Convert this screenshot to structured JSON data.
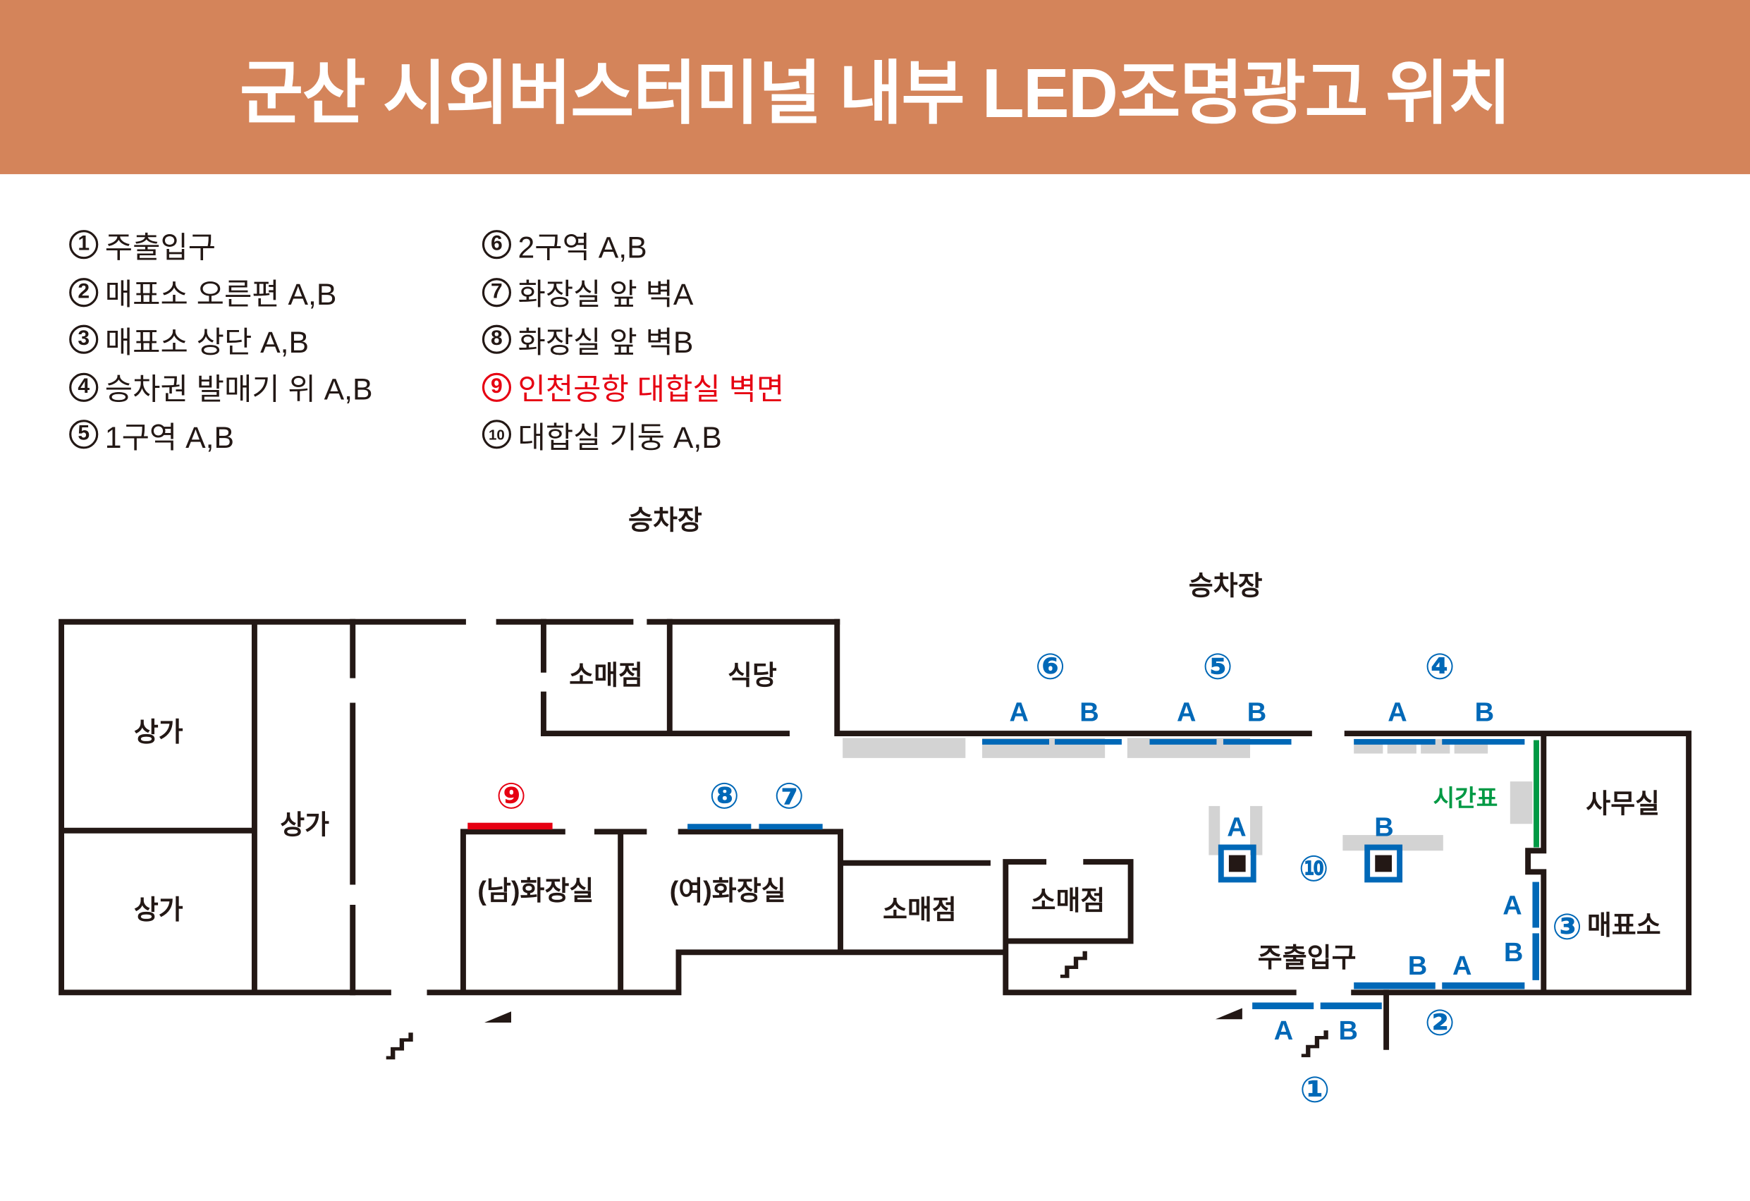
{
  "title": "군산 시외버스터미널 내부 LED조명광고 위치",
  "legend": [
    {
      "num": "1",
      "text": "주출입구"
    },
    {
      "num": "2",
      "text": "매표소 오른편 A,B"
    },
    {
      "num": "3",
      "text": "매표소 상단 A,B"
    },
    {
      "num": "4",
      "text": "승차권 발매기 위 A,B"
    },
    {
      "num": "5",
      "text": "1구역 A,B"
    },
    {
      "num": "6",
      "text": "2구역 A,B"
    },
    {
      "num": "7",
      "text": "화장실 앞 벽A"
    },
    {
      "num": "8",
      "text": "화장실 앞 벽B"
    },
    {
      "num": "9",
      "text": "인천공항 대합실 벽면",
      "highlight": true
    },
    {
      "num": "10",
      "text": "대합실 기둥 A,B"
    }
  ],
  "colors": {
    "header": "#d4845a",
    "wall": "#231815",
    "led": "#0068b7",
    "highlight": "#e60012",
    "timetable": "#009944",
    "fixture": "#d3d3d3"
  },
  "rooms": {
    "platform1": "승차장",
    "platform2": "승차장",
    "shop_a": "상가",
    "shop_b": "상가",
    "shop_c": "상가",
    "store1": "소매점",
    "restaurant": "식당",
    "mens": "(남)화장실",
    "womens": "(여)화장실",
    "store2": "소매점",
    "store3": "소매점",
    "main_entrance": "주출입구",
    "timetable": "시간표",
    "office": "사무실",
    "ticket": "매표소"
  },
  "markers": {
    "a": "A",
    "b": "B",
    "n1": "①",
    "n2": "②",
    "n3": "③",
    "n4": "④",
    "n5": "⑤",
    "n6": "⑥",
    "n7": "⑦",
    "n8": "⑧",
    "n9": "⑨",
    "n10": "⑩"
  }
}
